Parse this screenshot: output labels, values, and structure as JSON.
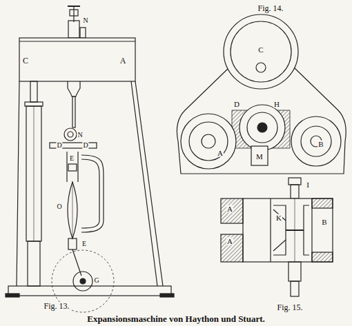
{
  "diagram": {
    "caption": "Expansionsmaschine von Haython und Stuart.",
    "labels": [
      "Fig. 14.",
      "N",
      "C",
      "A",
      "C",
      "D",
      "H",
      "N",
      "D",
      "D",
      "E",
      "A",
      "M",
      "B",
      "I",
      "O",
      "A",
      "K",
      "B",
      "A",
      "E",
      "G",
      "Fig. 13.",
      "Fig. 15."
    ]
  }
}
